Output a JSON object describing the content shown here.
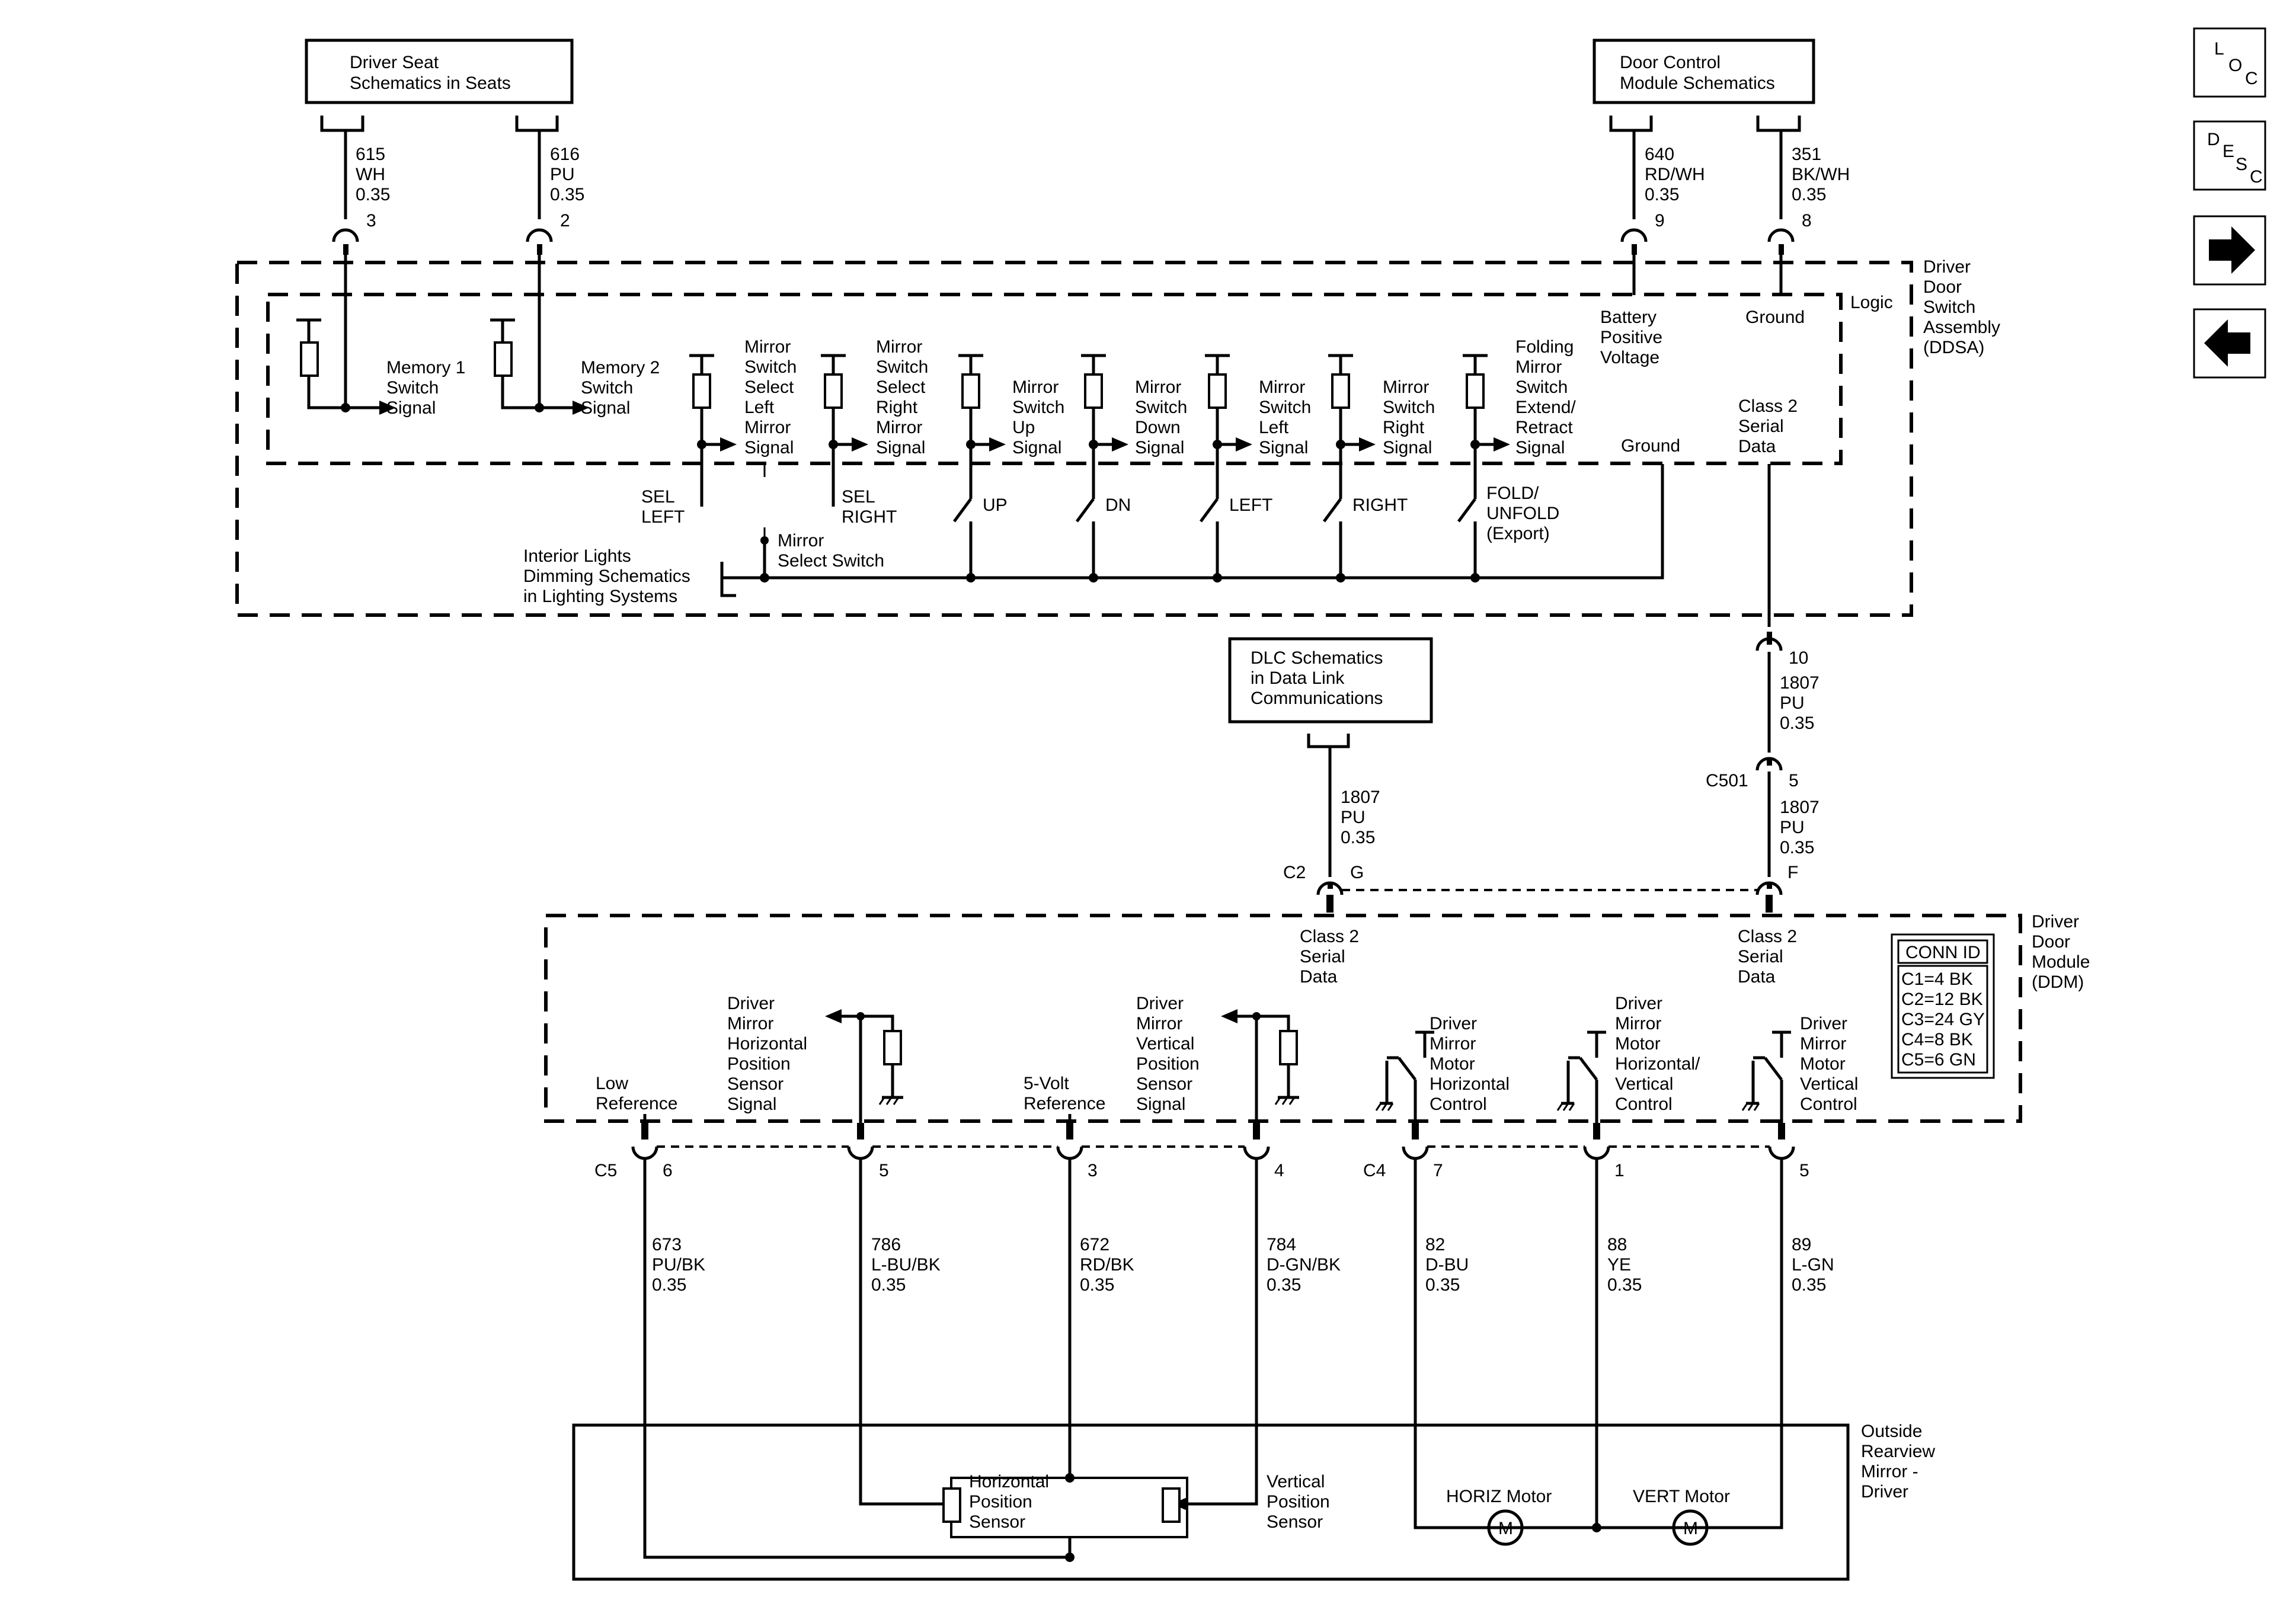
{
  "nav": {
    "loc": [
      "L",
      "O",
      "C"
    ],
    "desc": [
      "D",
      "E",
      "S",
      "C"
    ],
    "next_glyph": "➡",
    "prev_glyph": "⬅"
  },
  "refs": {
    "driver_seat": [
      "Driver Seat",
      "Schematics in Seats"
    ],
    "door_control": [
      "Door Control",
      "Module Schematics"
    ],
    "dlc": [
      "DLC Schematics",
      "in Data Link",
      "Communications"
    ],
    "interior_lights": [
      "Interior Lights",
      "Dimming Schematics",
      "in Lighting Systems"
    ]
  },
  "ddsa": {
    "title": [
      "Driver",
      "Door",
      "Switch",
      "Assembly",
      "(DDSA)"
    ],
    "logic": "Logic",
    "memory1": [
      "Memory 1",
      "Switch",
      "Signal"
    ],
    "memory2": [
      "Memory 2",
      "Switch",
      "Signal"
    ],
    "sel_left_sig": [
      "Mirror",
      "Switch",
      "Select",
      "Left",
      "Mirror",
      "Signal"
    ],
    "sel_right_sig": [
      "Mirror",
      "Switch",
      "Select",
      "Right",
      "Mirror",
      "Signal"
    ],
    "up_sig": [
      "Mirror",
      "Switch",
      "Up",
      "Signal"
    ],
    "down_sig": [
      "Mirror",
      "Switch",
      "Down",
      "Signal"
    ],
    "left_sig": [
      "Mirror",
      "Switch",
      "Left",
      "Signal"
    ],
    "right_sig": [
      "Mirror",
      "Switch",
      "Right",
      "Signal"
    ],
    "fold_sig": [
      "Folding",
      "Mirror",
      "Switch",
      "Extend/",
      "Retract",
      "Signal"
    ],
    "battery": [
      "Battery",
      "Positive",
      "Voltage"
    ],
    "ground_top": "Ground",
    "ground_inner": "Ground",
    "class2": [
      "Class 2",
      "Serial",
      "Data"
    ],
    "sel_left": [
      "SEL",
      "LEFT"
    ],
    "sel_right": [
      "SEL",
      "RIGHT"
    ],
    "up": "UP",
    "dn": "DN",
    "left": "LEFT",
    "right": "RIGHT",
    "fold": [
      "FOLD/",
      "UNFOLD",
      "(Export)"
    ],
    "mirror_select_switch": [
      "Mirror",
      "Select Switch"
    ]
  },
  "wires": {
    "w615": [
      "615",
      "WH",
      "0.35"
    ],
    "w616": [
      "616",
      "PU",
      "0.35"
    ],
    "w640": [
      "640",
      "RD/WH",
      "0.35"
    ],
    "w351": [
      "351",
      "BK/WH",
      "0.35"
    ],
    "w1807_dlc": [
      "1807",
      "PU",
      "0.35"
    ],
    "w1807_a": [
      "1807",
      "PU",
      "0.35"
    ],
    "w1807_b": [
      "1807",
      "PU",
      "0.35"
    ],
    "w673": [
      "673",
      "PU/BK",
      "0.35"
    ],
    "w786": [
      "786",
      "L-BU/BK",
      "0.35"
    ],
    "w672": [
      "672",
      "RD/BK",
      "0.35"
    ],
    "w784": [
      "784",
      "D-GN/BK",
      "0.35"
    ],
    "w82": [
      "82",
      "D-BU",
      "0.35"
    ],
    "w88": [
      "88",
      "YE",
      "0.35"
    ],
    "w89": [
      "89",
      "L-GN",
      "0.35"
    ]
  },
  "pins": {
    "p3": "3",
    "p2": "2",
    "p9": "9",
    "p8": "8",
    "p10": "10",
    "c501": "C501",
    "p5_c501": "5",
    "c2": "C2",
    "pg": "G",
    "pf": "F",
    "c5": "C5",
    "c5_6": "6",
    "c5_5": "5",
    "c5_3": "3",
    "c5_4": "4",
    "c4": "C4",
    "c4_7": "7",
    "c4_1": "1",
    "c4_5": "5"
  },
  "ddm": {
    "title": [
      "Driver",
      "Door",
      "Module",
      "(DDM)"
    ],
    "class2_left": [
      "Class 2",
      "Serial",
      "Data"
    ],
    "class2_right": [
      "Class 2",
      "Serial",
      "Data"
    ],
    "low_ref": [
      "Low",
      "Reference"
    ],
    "horiz_sig": [
      "Driver",
      "Mirror",
      "Horizontal",
      "Position",
      "Sensor",
      "Signal"
    ],
    "five_volt": [
      "5-Volt",
      "Reference"
    ],
    "vert_sig": [
      "Driver",
      "Mirror",
      "Vertical",
      "Position",
      "Sensor",
      "Signal"
    ],
    "horiz_ctrl": [
      "Driver",
      "Mirror",
      "Motor",
      "Horizontal",
      "Control"
    ],
    "hv_ctrl": [
      "Driver",
      "Mirror",
      "Motor",
      "Horizontal/",
      "Vertical",
      "Control"
    ],
    "vert_ctrl": [
      "Driver",
      "Mirror",
      "Motor",
      "Vertical",
      "Control"
    ],
    "conn_id_title": "CONN ID",
    "conn_id": [
      "C1=4 BK",
      "C2=12 BK",
      "C3=24 GY",
      "C4=8 BK",
      "C5=6 GN"
    ]
  },
  "mirror": {
    "title": [
      "Outside",
      "Rearview",
      "Mirror -",
      "Driver"
    ],
    "horiz_sensor": [
      "Horizontal",
      "Position",
      "Sensor"
    ],
    "vert_sensor": [
      "Vertical",
      "Position",
      "Sensor"
    ],
    "horiz_motor": "HORIZ Motor",
    "vert_motor": "VERT Motor",
    "motor_symbol": "M"
  }
}
